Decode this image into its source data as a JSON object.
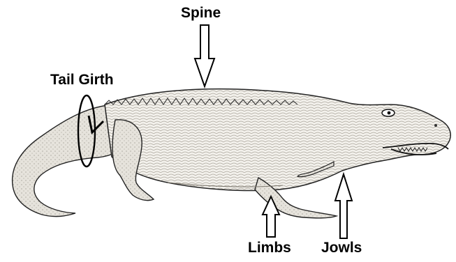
{
  "labels": {
    "spine": "Spine",
    "tail_girth": "Tail Girth",
    "limbs": "Limbs",
    "jowls": "Jowls"
  },
  "colors": {
    "ink": "#000000",
    "background": "#ffffff",
    "skin": "#f3f1ec",
    "shade": "#bdb8ad"
  },
  "icons": {
    "spine_pointer": "down-arrow-icon",
    "limbs_pointer": "up-arrow-icon",
    "jowls_pointer": "up-arrow-icon",
    "tail_measure": "ellipse-loop-icon"
  }
}
